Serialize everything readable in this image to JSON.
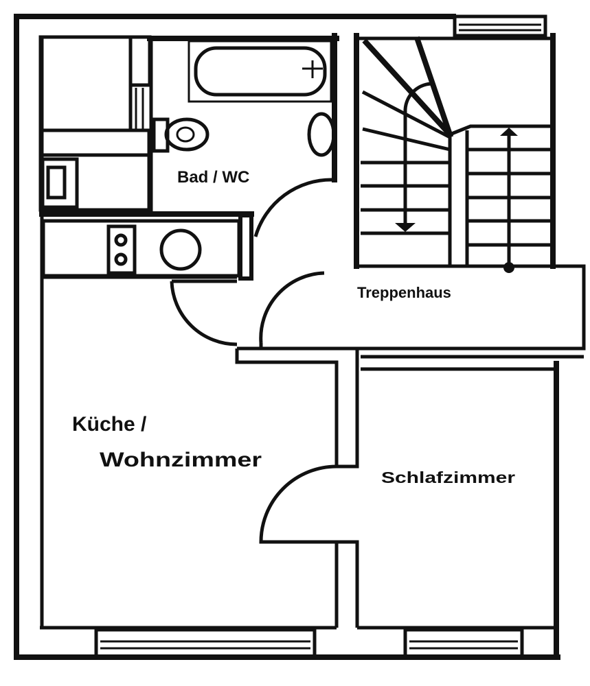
{
  "floorplan": {
    "rooms": {
      "bathroom": "Bad / WC",
      "stairwell": "Treppenhaus",
      "kitchen_line1": "Küche /",
      "kitchen_line2": "Wohnzimmer",
      "bedroom": "Schlafzimmer"
    },
    "colors": {
      "line": "#111111",
      "background": "#ffffff"
    }
  }
}
